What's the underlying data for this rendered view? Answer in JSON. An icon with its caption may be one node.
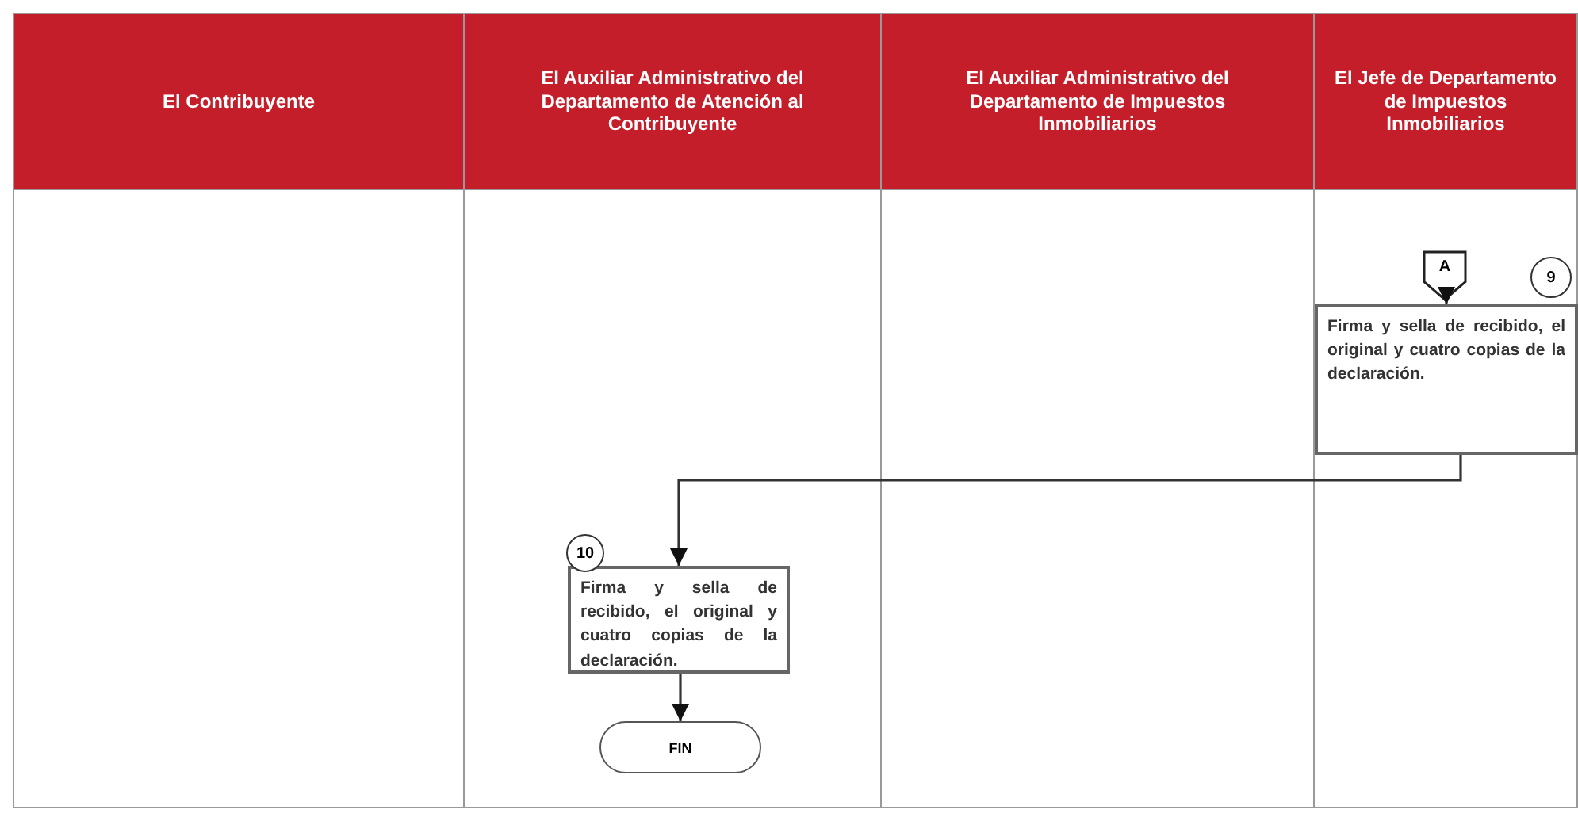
{
  "diagram": {
    "nodes": [
      {
        "text": [
          "El Contribuyente"
        ]
      },
      {
        "text": [
          "El Auxiliar Administrativo del Departamento de Atención al Contribuyente"
        ]
      },
      {
        "text": [
          "El Auxiliar Administrativo del Departamento de Impuestos Inmobiliarios"
        ]
      },
      {
        "text": [
          "El Jefe de Departamento de Impuestos Inmobiliarios"
        ]
      },
      {
        "text": [
          "A"
        ]
      },
      {
        "text": [
          "Firma y sella de recibido, el original y cuatro copias de la declaración."
        ],
        "beside": [
          "9"
        ]
      },
      {
        "text": [
          "Firma y sella de recibido, el original y cuatro copias de la declaración."
        ],
        "beside": [
          "10"
        ]
      },
      {
        "text": [
          "FIN"
        ]
      }
    ],
    "edges": [
      {
        "from": 4,
        "to": 5,
        "arrow": "to"
      },
      {
        "from": 5,
        "to": 6,
        "arrow": "to"
      },
      {
        "from": 6,
        "to": 7,
        "arrow": "to"
      }
    ]
  }
}
